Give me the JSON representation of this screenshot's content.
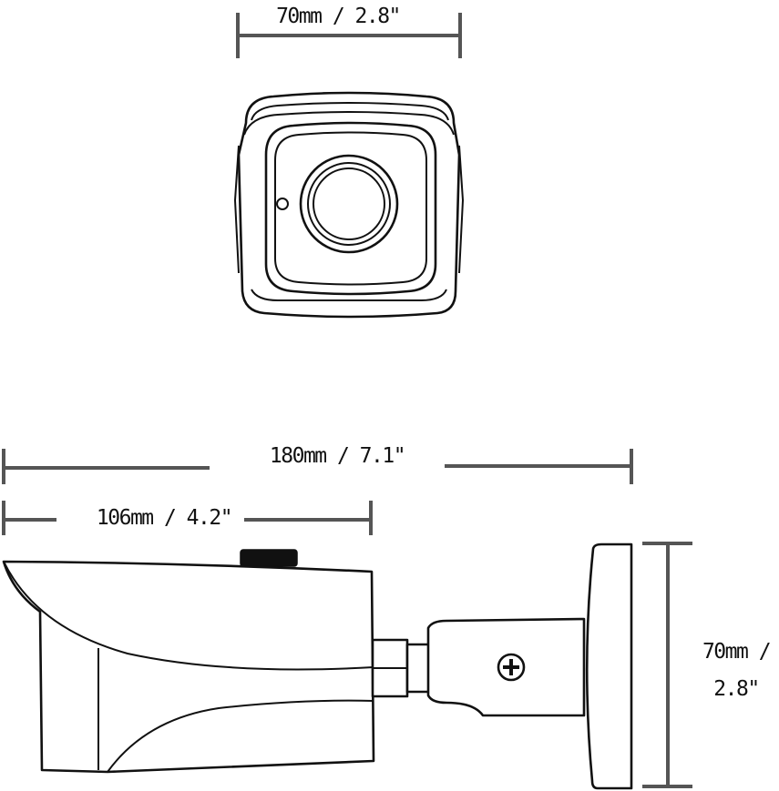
{
  "dimensions": {
    "front_width": "70mm / 2.8\"",
    "total_length": "180mm / 7.1\"",
    "body_length": "106mm / 4.2\"",
    "mount_height_line1": "70mm /",
    "mount_height_line2": "2.8\""
  },
  "colors": {
    "line": "#111111",
    "dimension": "#555555",
    "background": "#ffffff"
  }
}
